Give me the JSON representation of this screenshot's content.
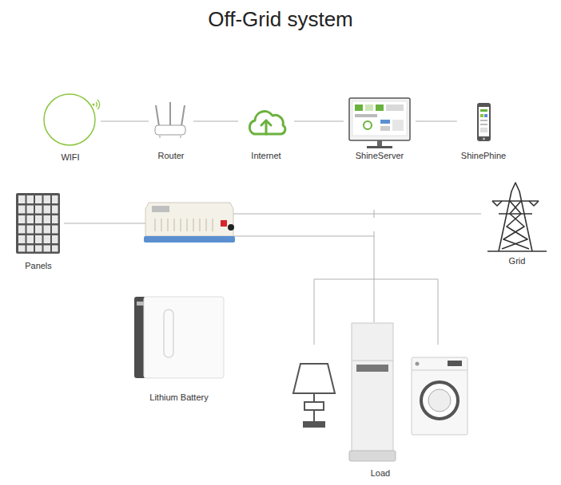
{
  "diagram": {
    "title": "Off-Grid system",
    "nodes": [
      {
        "text": [
          "WIFI"
        ]
      },
      {
        "text": [
          "Router"
        ]
      },
      {
        "text": [
          "Internet"
        ]
      },
      {
        "text": [
          "ShineServer"
        ]
      },
      {
        "text": [
          "ShinePhine"
        ]
      },
      {
        "text": [
          "Panels"
        ]
      },
      {
        "text": [
          "Grid"
        ]
      },
      {
        "text": [
          "Lithium Battery"
        ]
      },
      {
        "text": [
          "Load"
        ]
      }
    ],
    "edges": [
      {
        "from": 0,
        "to": 1,
        "arrow": "none"
      },
      {
        "from": 1,
        "to": 2,
        "arrow": "none"
      },
      {
        "from": 2,
        "to": 3,
        "arrow": "none"
      },
      {
        "from": 3,
        "to": 4,
        "arrow": "none"
      }
    ]
  }
}
